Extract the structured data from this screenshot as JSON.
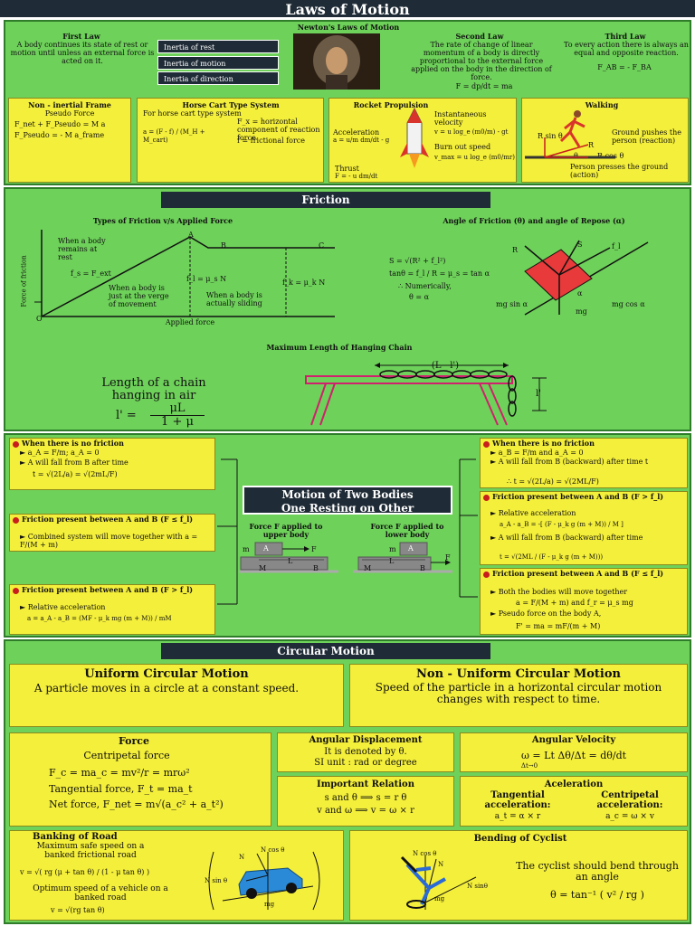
{
  "title": "Laws of Motion",
  "newton": {
    "header": "Newton's Laws of Motion",
    "first_law_title": "First Law",
    "first_law_text": "A body continues its state of rest or motion until unless an external force is acted on it.",
    "inertia_items": [
      "Inertia of rest",
      "Inertia of motion",
      "Inertia of direction"
    ],
    "second_law_title": "Second Law",
    "second_law_text": "The rate of change of linear momentum of a body is directly proportional to the external force applied on the body in the direction of force.",
    "second_law_formula": "F = dp/dt = ma",
    "third_law_title": "Third Law",
    "third_law_text": "To every action there is always an equal and opposite reaction.",
    "third_law_formula": "F_AB = - F_BA"
  },
  "boxes_row1": {
    "noninertial_title": "Non - inertial Frame",
    "noninertial_sub": "Pseudo Force",
    "noninertial_f1": "F_net + F_Pseudo = M a",
    "noninertial_f2": "F_Pseudo = - M a_frame",
    "horse_title": "Horse Cart Type System",
    "horse_sub": "For horse cart type system",
    "horse_formula": "a = (F - f) / (M_H + M_cart)",
    "horse_note1": "F_x = horizontal component of reaction force",
    "horse_note2": "f = frictional force",
    "rocket_title": "Rocket Propulsion",
    "rocket_inst": "Instantaneous velocity",
    "rocket_accel_label": "Acceleration",
    "rocket_accel": "a = u/m dm/dt - g",
    "rocket_v": "v = u log_e (m0/m) - gt",
    "rocket_burn": "Burn out speed",
    "rocket_vmax": "v_max = u log_e (m0/mr)",
    "rocket_thrust_label": "Thrust",
    "rocket_thrust": "F = - u dm/dt",
    "walking_title": "Walking",
    "walking_r_sin": "R sin θ",
    "walking_r_cos": "R cos θ",
    "walking_r": "R",
    "walking_theta": "θ",
    "walking_note1": "Ground pushes the person (reaction)",
    "walking_note2": "Person presses the ground (action)"
  },
  "friction": {
    "header": "Friction",
    "graph_title": "Types of Friction v/s Applied Force",
    "y_axis": "Force of friction",
    "x_axis": "Applied force",
    "origin": "O",
    "point_A": "A",
    "point_B": "B",
    "point_C": "C",
    "rest_text": "When a body remains at rest",
    "fs_eq": "f_s = F_ext",
    "verge_text": "When a body is just at the verge of movement",
    "fl_eq": "f_l = μ_s N",
    "sliding_text": "When a body is actually sliding",
    "fk_eq": "f_k = μ_k N",
    "angle_title": "Angle of Friction (θ) and angle of Repose (α)",
    "s_eq": "S = √(R² + f_l²)",
    "tan_eq": "tanθ = f_l / R = μ_s = tan α",
    "numerically": "∴ Numerically,",
    "theta_alpha": "θ = α",
    "diag_R": "R",
    "diag_S": "S",
    "diag_fl": "f_l",
    "diag_mgsin": "mg sin α",
    "diag_mgcos": "mg cos α",
    "diag_mg": "mg",
    "diag_alpha": "α",
    "chain_title": "Maximum Length of Hanging Chain",
    "chain_text1": "Length of a chain",
    "chain_text2": "hanging in air",
    "chain_formula_l": "l' =",
    "chain_formula_num": "μL",
    "chain_formula_den": "1 + μ",
    "chain_top": "(L - l')",
    "chain_side": "l'"
  },
  "two_bodies": {
    "header_line1": "Motion of Two Bodies",
    "header_line2": "One Resting on Other",
    "upper_label": "Force F applied to upper body",
    "lower_label": "Force F applied to lower body",
    "block_A": "A",
    "block_M": "M",
    "block_B": "B",
    "block_L": "L",
    "block_m": "m",
    "block_F": "F",
    "l1_title": "When there is no friction",
    "l1_a": "a_A = F/m; a_A = 0",
    "l1_b": "A will fall from B after time",
    "l1_t": "t = √(2L/a) = √(2mL/F)",
    "l2_title": "Friction present between A and B (F ≤ f_l)",
    "l2_a": "Combined system will move together with a = F/(M + m)",
    "l3_title": "Friction present between A and B (F > f_l)",
    "l3_a": "Relative acceleration",
    "l3_f": "a = a_A - a_B = (MF - μ_k mg (m + M)) / mM",
    "r1_title": "When there is no friction",
    "r1_a": "a_B = F/m and a_A = 0",
    "r1_b": "A will fall from B (backward) after time t",
    "r1_t": "∴ t = √(2L/a) = √(2ML/F)",
    "r2_title": "Friction present between A and B (F > f_l)",
    "r2_a": "Relative acceleration",
    "r2_f": "a_A - a_B = -[ (F - μ_k g (m + M)) / M ]",
    "r2_b": "A will fall from B (backward) after time",
    "r2_t": "t = √(2ML / (F - μ_k g (m + M)))",
    "r3_title": "Friction present between A and B (F ≤ f_l)",
    "r3_a": "Both the bodies will move together",
    "r3_f": "a = F/(M + m) and f_r = μ_s mg",
    "r3_b": "Pseudo force on the body A,",
    "r3_p": "F' = ma = mF/(m + M)"
  },
  "circular": {
    "header": "Circular Motion",
    "ucm_title": "Uniform Circular Motion",
    "ucm_text": "A particle moves in a circle at a constant speed.",
    "nucm_title": "Non - Uniform Circular Motion",
    "nucm_text": "Speed of the particle in a horizontal circular motion changes with respect to time.",
    "force_title": "Force",
    "force_cp": "Centripetal force",
    "force_fc": "F_c = ma_c = mv²/r = mrω²",
    "force_tan": "Tangential force, F_t = ma_t",
    "force_net": "Net force, F_net = m√(a_c² + a_t²)",
    "ang_disp_title": "Angular Displacement",
    "ang_disp_text1": "It is denoted by θ.",
    "ang_disp_text2": "SI unit : rad or degree",
    "ang_vel_title": "Angular Velocity",
    "ang_vel_formula": "ω = Lt Δθ/Δt = dθ/dt",
    "ang_vel_limit": "Δt→0",
    "imp_title": "Important Relation",
    "imp_1": "s and θ ⟹ s = r θ",
    "imp_2": "v and ω ⟹ v = ω × r",
    "accel_title": "Aceleration",
    "tan_accel": "Tangential acceleration:",
    "tan_accel_f": "a_t = α × r",
    "cp_accel": "Centripetal acceleration:",
    "cp_accel_f": "a_c = ω × v",
    "bank_title": "Banking of Road",
    "bank_text1": "Maximum safe speed on a banked frictional road",
    "bank_f1": "v = √( rg (μ + tan θ) / (1 - μ tan θ) )",
    "bank_text2": "Optimum speed of a vehicle on a banked road",
    "bank_f2": "v = √(rg tan θ)",
    "bank_ncos": "N cos θ",
    "bank_nsin": "N sin θ",
    "bank_N": "N",
    "bank_mg": "mg",
    "cyc_title": "Bending of Cyclist",
    "cyc_text": "The cyclist should bend through an angle",
    "cyc_f": "θ = tan⁻¹ ( v² / rg )",
    "cyc_ncos": "N cos θ",
    "cyc_nsin": "N sinθ",
    "cyc_N": "N",
    "cyc_mg": "mg"
  },
  "colors": {
    "green": "#6ed15a",
    "yellow": "#f4ef3a",
    "dark": "#1f2b36",
    "red": "#c81e1e",
    "pink": "#d0206e"
  }
}
